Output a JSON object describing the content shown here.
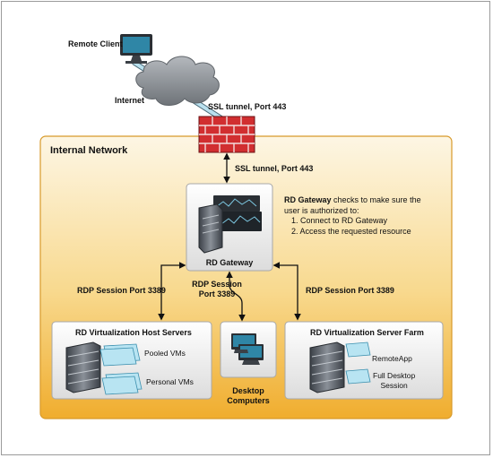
{
  "remote_client": "Remote Client",
  "internet": "Internet",
  "ssl_tunnel_top": "SSL tunnel, Port 443",
  "internal_network": "Internal Network",
  "ssl_tunnel_inner": "SSL tunnel, Port 443",
  "gateway_note": {
    "bold": "RD Gateway",
    "rest": " checks to make sure the user is authorized to:",
    "step1": "1. Connect to RD Gateway",
    "step2": "2. Access the requested resource"
  },
  "rd_gateway": "RD Gateway",
  "rdp_left": "RDP Session Port 3389",
  "rdp_center_line1": "RDP Session",
  "rdp_center_line2": "Port 3389",
  "rdp_right": "RDP Session Port 3389",
  "host_servers": {
    "title": "RD Virtualization Host Servers",
    "pooled": "Pooled VMs",
    "personal": "Personal VMs"
  },
  "desktop": {
    "line1": "Desktop",
    "line2": "Computers"
  },
  "server_farm": {
    "title": "RD Virtualization Server Farm",
    "remoteapp": "RemoteApp",
    "full_desktop_line1": "Full Desktop",
    "full_desktop_line2": "Session"
  },
  "colors": {
    "network_top": "#fbf1d9",
    "network_bottom": "#f2b43a",
    "network_border": "#d89a2a",
    "brick": "#c9262b",
    "cable": "#a9d5e6",
    "cloud": "#8d9196"
  }
}
